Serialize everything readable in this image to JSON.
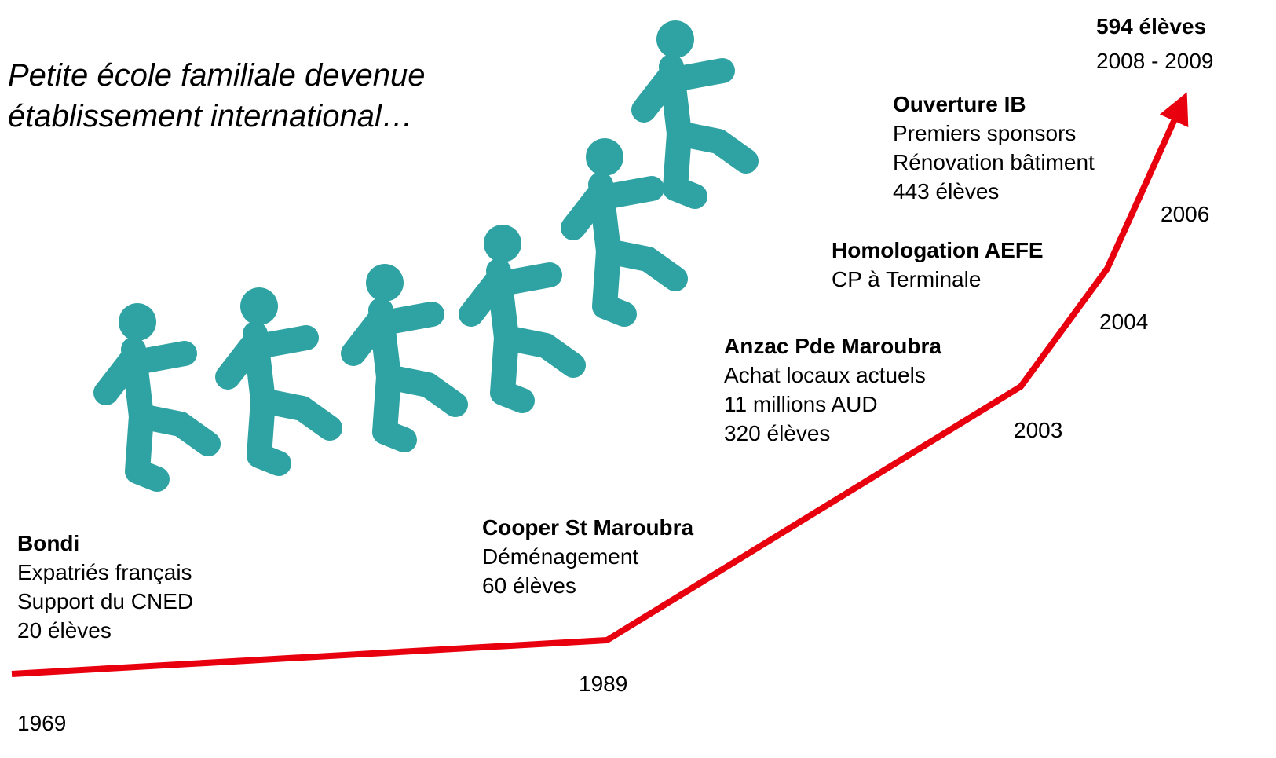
{
  "subtitle": "Petite école familiale devenue établissement international…",
  "line_color": "#e8000f",
  "figure_color": "#2fa3a3",
  "milestones": [
    {
      "heading": "Bondi",
      "lines": [
        "Expatriés français",
        "Support du CNED",
        "20 élèves"
      ],
      "year": "1969"
    },
    {
      "heading": "Cooper St Maroubra",
      "lines": [
        "Déménagement",
        "60 élèves"
      ],
      "year": "1989"
    },
    {
      "heading": "Anzac Pde Maroubra",
      "lines": [
        "Achat locaux actuels",
        "11 millions AUD",
        "320 élèves"
      ],
      "year": "2003"
    },
    {
      "heading": "Homologation AEFE",
      "lines": [
        "CP à Terminale"
      ],
      "year": "2004"
    },
    {
      "heading": "Ouverture IB",
      "lines": [
        "Premiers sponsors",
        "Rénovation bâtiment",
        "443 élèves"
      ],
      "year": "2006"
    },
    {
      "heading": "594 élèves",
      "lines": [
        "2008 - 2009"
      ],
      "year": ""
    }
  ],
  "walkers": [
    {
      "icon": "walking-person-icon"
    },
    {
      "icon": "walking-person-icon"
    },
    {
      "icon": "walking-person-icon"
    },
    {
      "icon": "walking-person-icon"
    },
    {
      "icon": "walking-person-icon"
    },
    {
      "icon": "walking-person-icon"
    }
  ]
}
